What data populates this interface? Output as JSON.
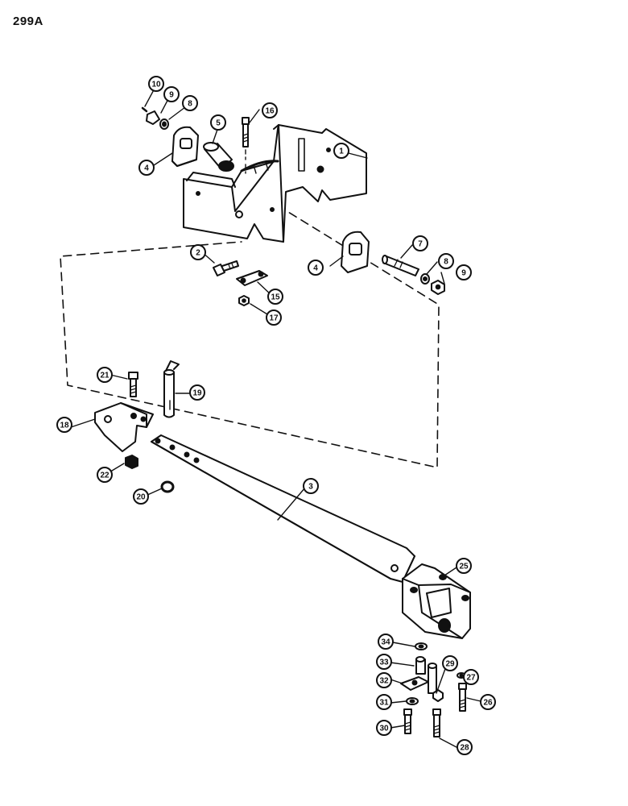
{
  "page": {
    "number": "299A"
  },
  "callouts": [
    {
      "id": "1",
      "label": "1"
    },
    {
      "id": "2",
      "label": "2"
    },
    {
      "id": "3",
      "label": "3"
    },
    {
      "id": "4a",
      "label": "4"
    },
    {
      "id": "4b",
      "label": "4"
    },
    {
      "id": "5",
      "label": "5"
    },
    {
      "id": "7",
      "label": "7"
    },
    {
      "id": "8a",
      "label": "8"
    },
    {
      "id": "8b",
      "label": "8"
    },
    {
      "id": "9a",
      "label": "9"
    },
    {
      "id": "9b",
      "label": "9"
    },
    {
      "id": "10",
      "label": "10"
    },
    {
      "id": "15",
      "label": "15"
    },
    {
      "id": "16",
      "label": "16"
    },
    {
      "id": "17",
      "label": "17"
    },
    {
      "id": "18",
      "label": "18"
    },
    {
      "id": "19",
      "label": "19"
    },
    {
      "id": "20",
      "label": "20"
    },
    {
      "id": "21",
      "label": "21"
    },
    {
      "id": "22",
      "label": "22"
    },
    {
      "id": "25",
      "label": "25"
    },
    {
      "id": "26",
      "label": "26"
    },
    {
      "id": "27",
      "label": "27"
    },
    {
      "id": "28",
      "label": "28"
    },
    {
      "id": "29",
      "label": "29"
    },
    {
      "id": "30",
      "label": "30"
    },
    {
      "id": "31",
      "label": "31"
    },
    {
      "id": "32",
      "label": "32"
    },
    {
      "id": "33",
      "label": "33"
    },
    {
      "id": "34",
      "label": "34"
    }
  ]
}
